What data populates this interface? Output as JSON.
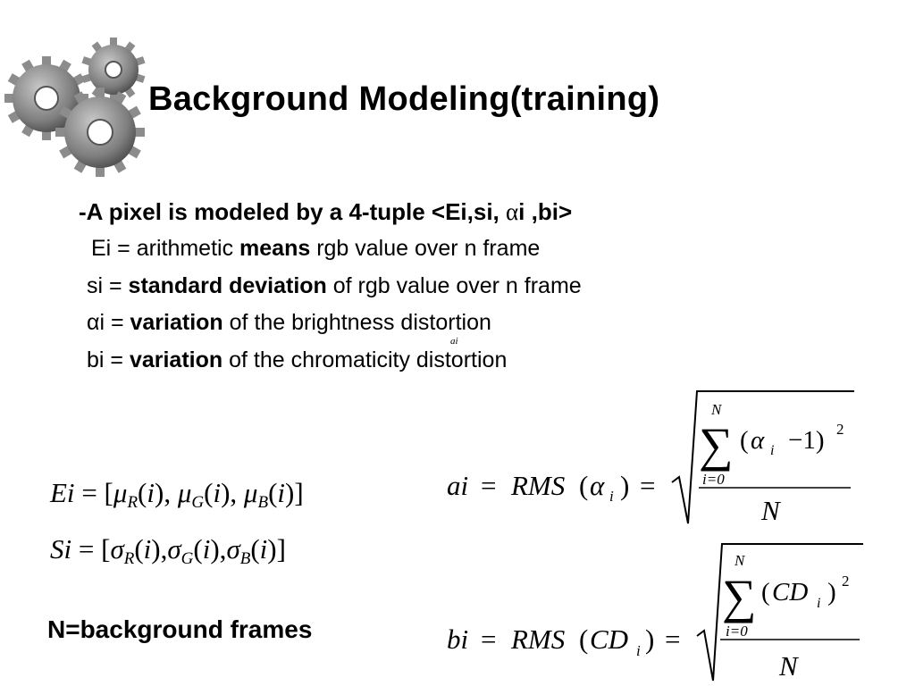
{
  "slide": {
    "title": "Background Modeling(training)",
    "tuple_line": {
      "before": "-A pixel is modeled by a 4-tuple <Ei,si, ",
      "alpha": "α",
      "after": "i ,bi>"
    },
    "definitions": [
      {
        "lead": "Ei = arithmetic ",
        "bold": "means",
        "rest": " rgb value over n frame"
      },
      {
        "lead": "si = ",
        "bold": "standard deviation",
        "rest": " of rgb value over n frame"
      },
      {
        "lead": "αi = ",
        "bold": "variation",
        "rest": " of the brightness distortion"
      },
      {
        "lead": "bi = ",
        "bold": "variation",
        "rest": " of the chromaticity distortion"
      }
    ],
    "tiny_label": "ai",
    "n_note": "N=background frames",
    "colors": {
      "background": "#ffffff",
      "text": "#000000",
      "gear": "#8c8c8c"
    }
  },
  "formulas": {
    "ei": {
      "lhs": "Ei",
      "eq": " = [",
      "mu": "μ",
      "R": "R",
      "G": "G",
      "B": "B",
      "i": "i"
    },
    "si": {
      "lhs": "Si",
      "eq": " = [",
      "sigma": "σ",
      "R": "R",
      "G": "G",
      "B": "B",
      "i": "i"
    },
    "ai": {
      "lhs": "ai",
      "eq": "=",
      "rms": "RMS",
      "alpha": "α",
      "sub_i": "i",
      "sigma": "∑",
      "upper": "N",
      "lower": "i=0",
      "minus_one": "−1)",
      "power": "2",
      "denominator": "N"
    },
    "bi": {
      "lhs": "bi",
      "eq": "=",
      "rms": "RMS",
      "cd": "CD",
      "sub_i": "i",
      "sigma": "∑",
      "upper": "N",
      "lower": "i=0",
      "power": "2",
      "denominator": "N"
    }
  }
}
